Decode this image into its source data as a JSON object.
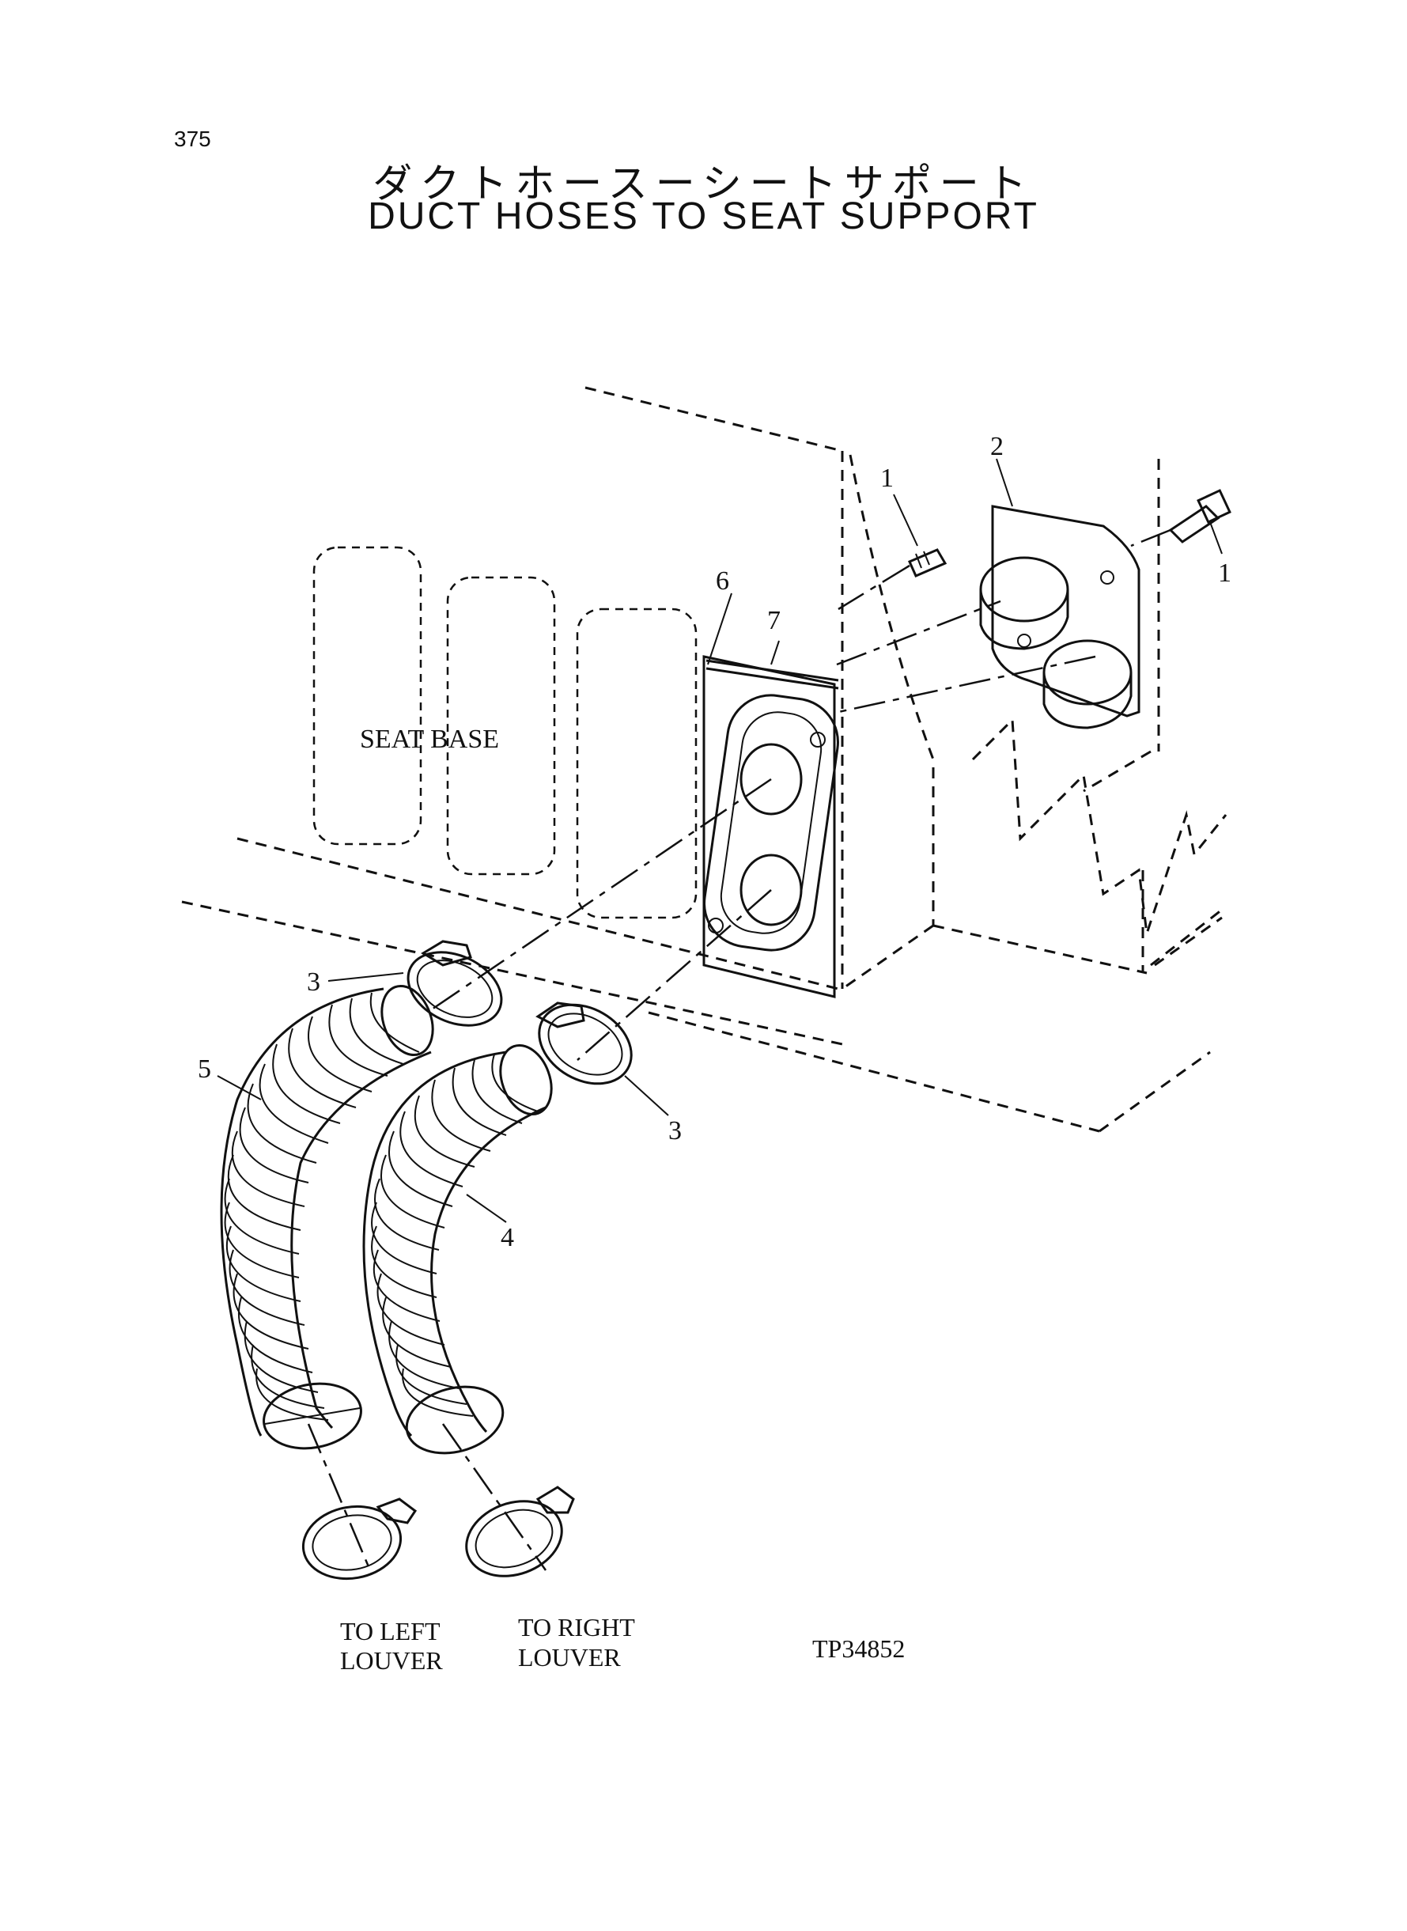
{
  "page_number": "375",
  "title_jp": "ダクトホースーシートサポート",
  "title_en": "DUCT HOSES TO SEAT SUPPORT",
  "labels": {
    "seat_base": "SEAT BASE",
    "left_louver_line1": "TO LEFT",
    "left_louver_line2": "LOUVER",
    "right_louver_line1": "TO RIGHT",
    "right_louver_line2": "LOUVER",
    "drawing_code": "TP34852"
  },
  "callouts": {
    "c1a": "1",
    "c1b": "1",
    "c2": "2",
    "c3a": "3",
    "c3b": "3",
    "c4": "4",
    "c5": "5",
    "c6": "6",
    "c7": "7"
  }
}
